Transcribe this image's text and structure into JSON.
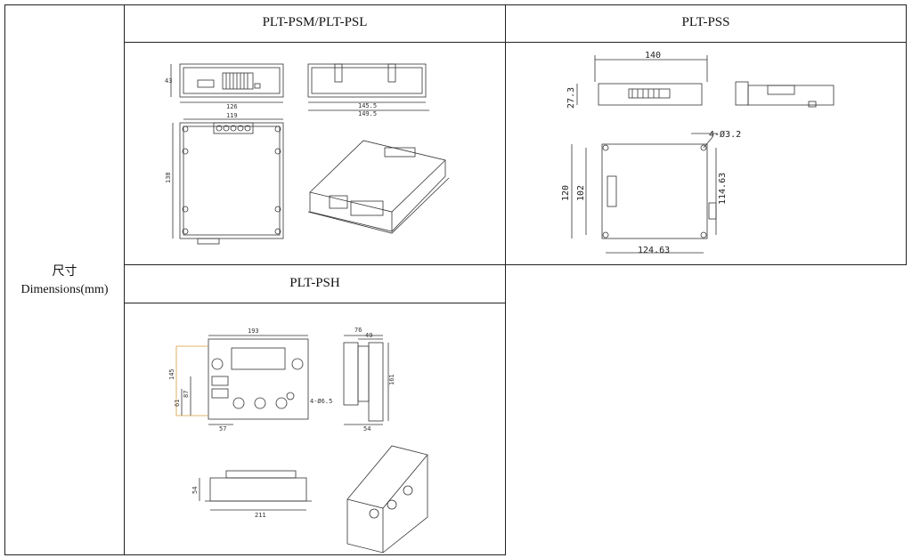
{
  "table": {
    "row_label": {
      "zh": "尺寸",
      "en": "Dimensions(mm)"
    },
    "headers": {
      "psm_psl": "PLT-PSM/PLT-PSL",
      "pss": "PLT-PSS",
      "psh": "PLT-PSH"
    }
  },
  "drawings": {
    "psm_psl": {
      "dims": {
        "height": "43",
        "width_top": "126",
        "side_inner": "145.5",
        "side_outer": "149.5",
        "front_width": "119",
        "front_height": "138"
      }
    },
    "pss": {
      "dims": {
        "length": "140",
        "height": "27.3",
        "hole": "4-Ø3.2",
        "outer_h": "120",
        "inner_h": "102",
        "hole_spacing_h": "114.63",
        "hole_spacing_w": "124.63"
      }
    },
    "psh": {
      "dims": {
        "top_width": "193",
        "total_h": "145",
        "mid_h": "87",
        "low_h": "61",
        "bottom_left": "57",
        "hole": "4-Ø6.5",
        "side_w": "76",
        "side_inner": "49",
        "side_h": "161",
        "side_bottom": "54",
        "front_h": "54",
        "front_w": "211"
      }
    }
  }
}
